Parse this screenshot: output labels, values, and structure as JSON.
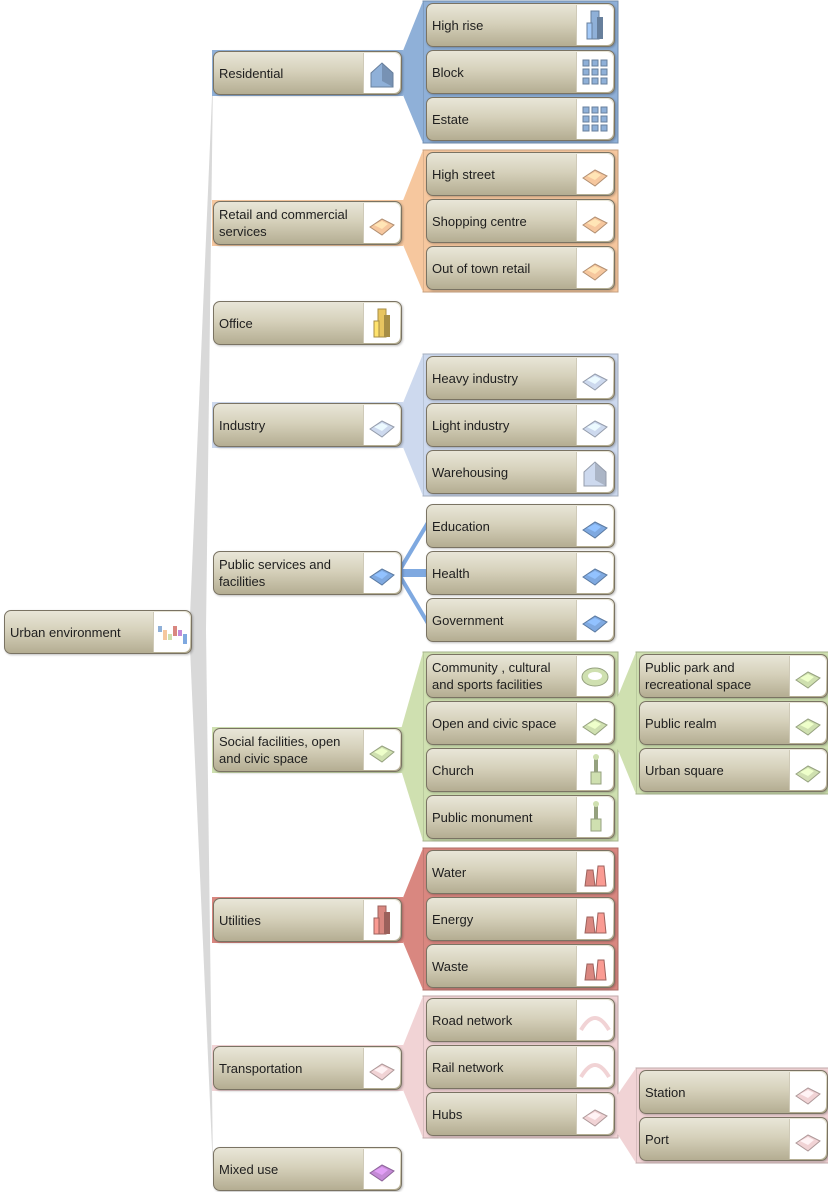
{
  "root": {
    "id": "urban-environment",
    "label": "Urban environment",
    "icon": "urban-model-icon"
  },
  "categories": [
    {
      "id": "residential",
      "label": "Residential",
      "icon": "house-icon",
      "color": "#8fb0d8",
      "children": [
        {
          "id": "high-rise",
          "label": "High rise",
          "icon": "tower-icon"
        },
        {
          "id": "block",
          "label": "Block",
          "icon": "block-icon"
        },
        {
          "id": "estate",
          "label": "Estate",
          "icon": "estate-icon"
        }
      ]
    },
    {
      "id": "retail",
      "label": "Retail and commercial\nservices",
      "icon": "retail-icon",
      "color": "#f6c79e",
      "children": [
        {
          "id": "high-street",
          "label": "High street",
          "icon": "high-street-icon"
        },
        {
          "id": "shopping-centre",
          "label": "Shopping centre",
          "icon": "shopping-centre-icon"
        },
        {
          "id": "out-of-town-retail",
          "label": "Out of town retail",
          "icon": "out-of-town-icon"
        }
      ]
    },
    {
      "id": "office",
      "label": "Office",
      "icon": "office-tower-icon",
      "color": "#e8c560",
      "children": []
    },
    {
      "id": "industry",
      "label": "Industry",
      "icon": "industry-icon",
      "color": "#cdd9ee",
      "children": [
        {
          "id": "heavy-industry",
          "label": "Heavy industry",
          "icon": "heavy-industry-icon"
        },
        {
          "id": "light-industry",
          "label": "Light industry",
          "icon": "light-industry-icon"
        },
        {
          "id": "warehousing",
          "label": "Warehousing",
          "icon": "warehouse-icon"
        }
      ]
    },
    {
      "id": "public-services",
      "label": "Public services and\nfacilities",
      "icon": "public-building-icon",
      "color": "#7fa9e0",
      "children": [
        {
          "id": "education",
          "label": "Education",
          "icon": "education-icon"
        },
        {
          "id": "health",
          "label": "Health",
          "icon": "health-icon"
        },
        {
          "id": "government",
          "label": "Government",
          "icon": "government-icon"
        }
      ]
    },
    {
      "id": "social",
      "label": "Social facilities, open\nand civic space",
      "icon": "social-space-icon",
      "color": "#cfe0b0",
      "children": [
        {
          "id": "community",
          "label": "Community , cultural\nand sports facilities",
          "icon": "stadium-icon"
        },
        {
          "id": "open-civic-space",
          "label": "Open and civic space",
          "icon": "civic-space-icon",
          "children": [
            {
              "id": "public-park",
              "label": "Public park and\nrecreational space",
              "icon": "park-icon"
            },
            {
              "id": "public-realm",
              "label": "Public realm",
              "icon": "public-realm-icon"
            },
            {
              "id": "urban-square",
              "label": "Urban square",
              "icon": "urban-square-icon"
            }
          ]
        },
        {
          "id": "church",
          "label": "Church",
          "icon": "church-icon"
        },
        {
          "id": "public-monument",
          "label": "Public monument",
          "icon": "monument-icon"
        }
      ]
    },
    {
      "id": "utilities",
      "label": "Utilities",
      "icon": "cooling-tower-icon",
      "color": "#d98780",
      "children": [
        {
          "id": "water",
          "label": "Water",
          "icon": "water-icon"
        },
        {
          "id": "energy",
          "label": "Energy",
          "icon": "energy-icon"
        },
        {
          "id": "waste",
          "label": "Waste",
          "icon": "waste-icon"
        }
      ]
    },
    {
      "id": "transportation",
      "label": "Transportation",
      "icon": "transport-icon",
      "color": "#f1d3d5",
      "children": [
        {
          "id": "road-network",
          "label": "Road network",
          "icon": "road-icon"
        },
        {
          "id": "rail-network",
          "label": "Rail network",
          "icon": "rail-icon"
        },
        {
          "id": "hubs",
          "label": "Hubs",
          "icon": "hub-icon",
          "children": [
            {
              "id": "station",
              "label": "Station",
              "icon": "station-icon"
            },
            {
              "id": "port",
              "label": "Port",
              "icon": "port-icon"
            }
          ]
        }
      ]
    },
    {
      "id": "mixed-use",
      "label": "Mixed use",
      "icon": "mixed-use-icon",
      "color": "#c48ad6",
      "children": []
    }
  ]
}
